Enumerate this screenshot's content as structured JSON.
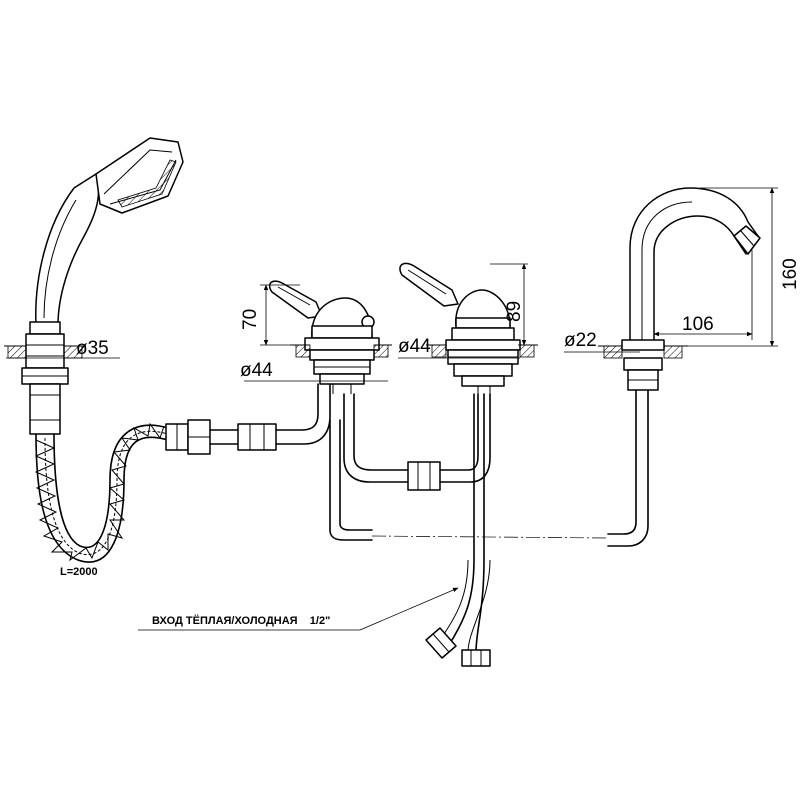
{
  "labels": {
    "shower_diameter": "ø35",
    "left_valve_height": "70",
    "left_valve_diameter": "ø44",
    "right_valve_diameter": "ø44",
    "right_valve_height": "89",
    "spout_diameter": "ø22",
    "spout_reach": "106",
    "spout_height": "160",
    "hose_length": "L=2000",
    "inlet_note": "ВХОД ТЁПЛАЯ/ХОЛОДНАЯ    1/2\""
  }
}
